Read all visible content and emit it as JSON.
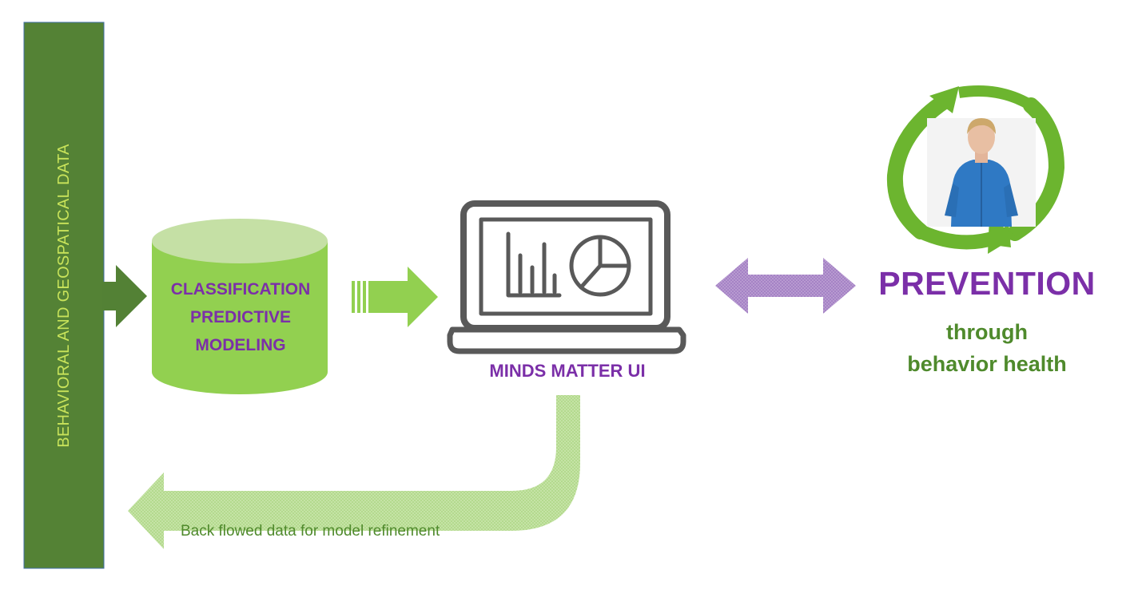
{
  "sidebar": {
    "label": "BEHAVIORAL AND GEOSPATICAL DATA"
  },
  "database": {
    "line1": "CLASSIFICATION",
    "line2": "PREDICTIVE",
    "line3": "MODELING"
  },
  "ui": {
    "label": "MINDS MATTER UI"
  },
  "outcome": {
    "title": "PREVENTION",
    "line1": "through",
    "line2": "behavior health"
  },
  "feedback": {
    "label": "Back flowed data for model refinement"
  },
  "colors": {
    "dark_green": "#538135",
    "light_green": "#92d050",
    "pale_green": "#a9d18e",
    "purple": "#7b2fa8",
    "text_green": "#4f8a2c",
    "gray": "#595959"
  },
  "icons": [
    "laptop-chart-icon",
    "recycle-arrows-icon",
    "person-photo"
  ]
}
